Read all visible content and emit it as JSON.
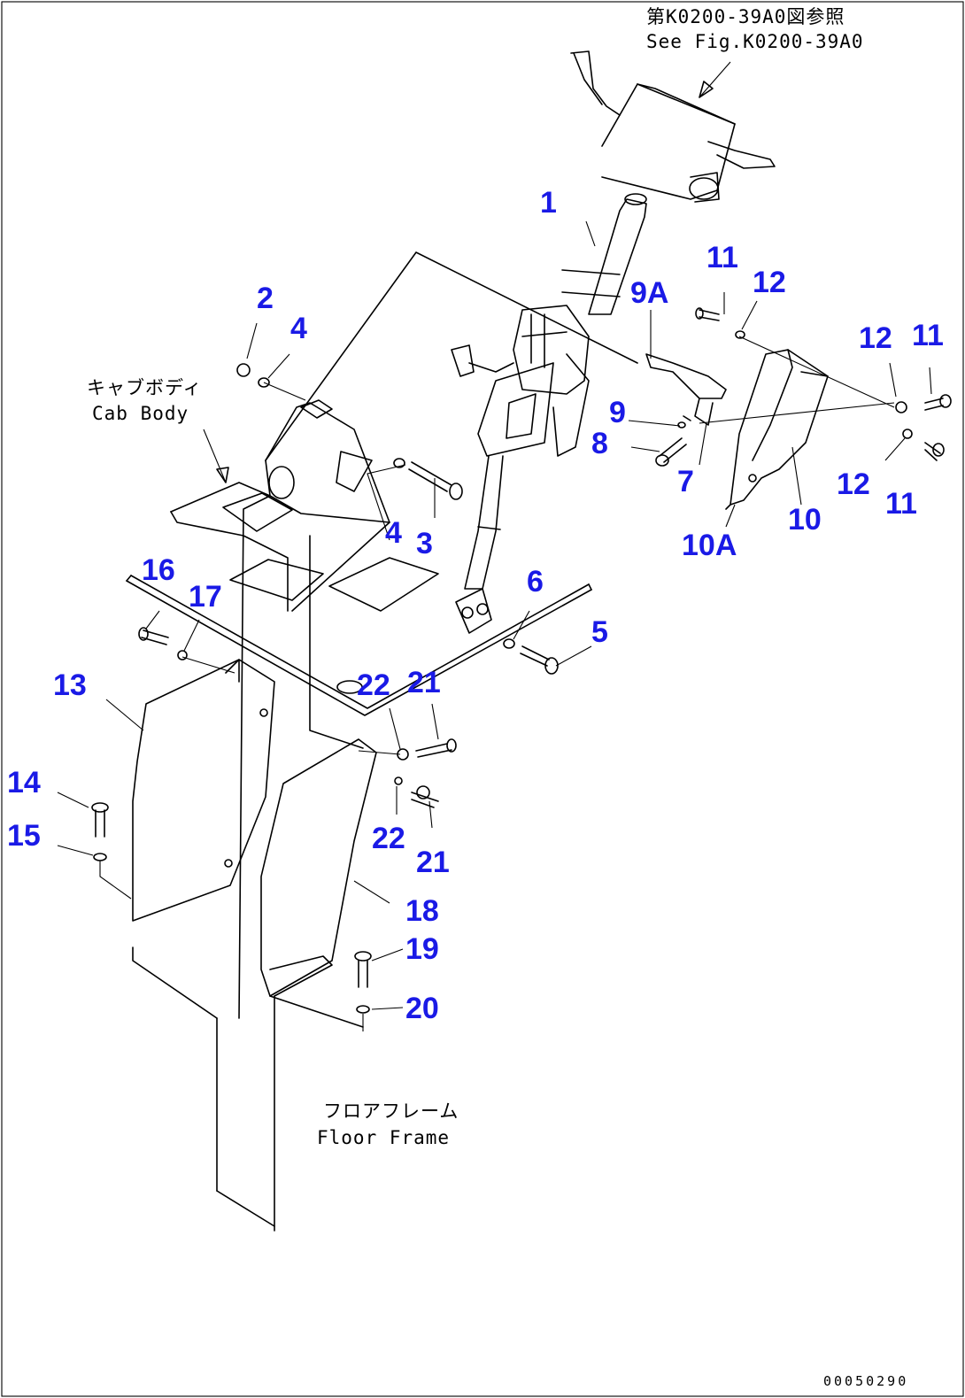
{
  "notes": {
    "ref_jp": "第K0200-39A0図参照",
    "ref_en": "See Fig.K0200-39A0",
    "cab_jp": "キャブボディ",
    "cab_en": "Cab Body",
    "floor_jp": "フロアフレーム",
    "floor_en": "Floor Frame"
  },
  "drawing_code": "00050290",
  "callouts": [
    "1",
    "2",
    "3",
    "4",
    "4",
    "5",
    "6",
    "7",
    "8",
    "9",
    "9A",
    "10",
    "10A",
    "11",
    "11",
    "11",
    "12",
    "12",
    "12",
    "13",
    "14",
    "15",
    "16",
    "17",
    "18",
    "19",
    "20",
    "21",
    "21",
    "22",
    "22"
  ],
  "colors": {
    "callout": "#1a1ae6",
    "line": "#000000",
    "background": "#ffffff"
  }
}
